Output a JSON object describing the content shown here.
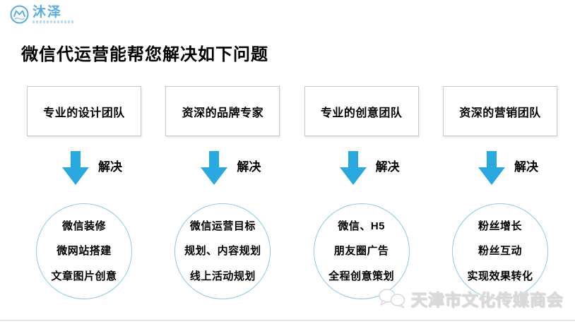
{
  "brand": {
    "name": "沐泽",
    "logo_icon": "m-wave-circle-icon"
  },
  "title": "微信代运营能帮您解决如下问题",
  "columns": [
    {
      "box": "专业的设计团队",
      "arrow_label": "解决",
      "circle_lines": [
        "微信装修",
        "微网站搭建",
        "文章图片创意"
      ]
    },
    {
      "box": "资深的品牌专家",
      "arrow_label": "解决",
      "circle_lines": [
        "微信运营目标",
        "规划、内容规划",
        "线上活动规划"
      ]
    },
    {
      "box": "专业的创意团队",
      "arrow_label": "解决",
      "circle_lines": [
        "微信、H5",
        "朋友圈广告",
        "全程创意策划"
      ]
    },
    {
      "box": "资深的营销团队",
      "arrow_label": "解决",
      "circle_lines": [
        "粉丝增长",
        "粉丝互动",
        "实现效果转化"
      ]
    }
  ],
  "watermark": {
    "text": "天津市文化传媒商会",
    "icon": "chat-bubbles-icon"
  },
  "colors": {
    "arrow_blue": "#29a9e0",
    "circle_border": "#8bc9ea",
    "logo_blue": "#5aaede",
    "watermark_gray": "#d9d9d9"
  }
}
